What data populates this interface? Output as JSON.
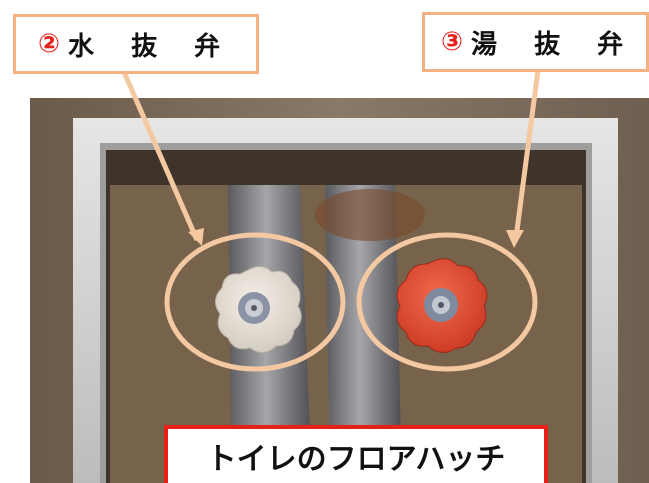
{
  "labels": {
    "water": {
      "number": "②",
      "text": "水 抜 弁"
    },
    "hot": {
      "number": "③",
      "text": "湯 抜 弁"
    }
  },
  "caption": "トイレのフロアハッチ",
  "colors": {
    "callout_border": "#f4b183",
    "caption_border": "#e8201a",
    "number_color": "#e8201a",
    "water_valve_handle": "#e9e2d8",
    "hot_valve_handle": "#e0452c"
  },
  "icons": {
    "water_valve": "valve-handle-icon",
    "hot_valve": "valve-handle-icon"
  }
}
